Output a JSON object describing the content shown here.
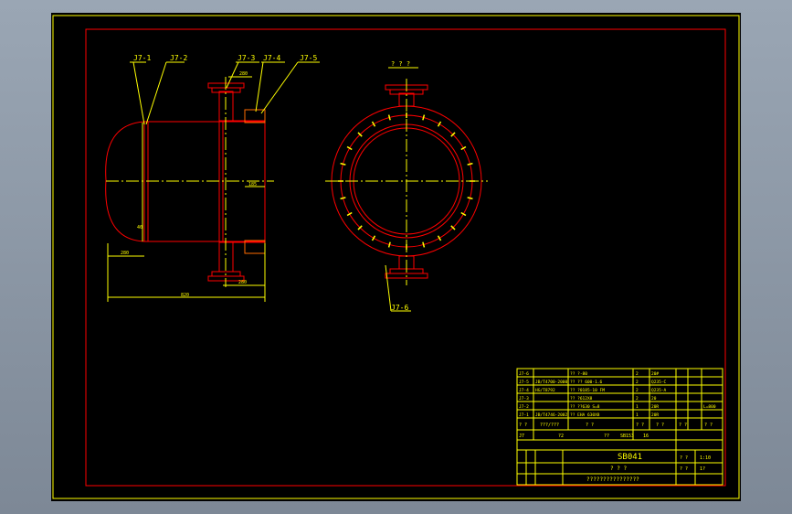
{
  "colors": {
    "viewport": "#000000",
    "outer_frame": "#ffff00",
    "inner_frame": "#ff0000",
    "part": "#ff0000",
    "dimension": "#ffff00",
    "centerline": "#ffff00",
    "hatch": "#ff6b00"
  },
  "callouts": {
    "c1": "J7-1",
    "c2": "J7-2",
    "c3": "J7-3",
    "c4": "J7-4",
    "c5": "J7-5",
    "c6": "J7-6"
  },
  "dimensions": {
    "d280a": "280",
    "d280b": "280",
    "d280c": "280",
    "d185": "185",
    "d820": "820",
    "d40": "40"
  },
  "views": {
    "side_view_label": "? ? ?"
  },
  "parts_table": {
    "rows": [
      {
        "no": "J7-6",
        "code": "",
        "name": "?? ?-80",
        "qty": "2",
        "material": "20#",
        "mass": "",
        "note": ""
      },
      {
        "no": "J7-5",
        "code": "JB/T4700-2000",
        "name": "?? ?? 600-1.6",
        "qty": "2",
        "material": "Q235-C",
        "mass": "",
        "note": ""
      },
      {
        "no": "J7-4",
        "code": "HG/T8792",
        "name": "?? ?0185-10 FM",
        "qty": "2",
        "material": "Q235-A",
        "mass": "",
        "note": ""
      },
      {
        "no": "J7-3",
        "code": "",
        "name": "?? ?612X8",
        "qty": "2",
        "material": "20",
        "mass": "",
        "note": ""
      },
      {
        "no": "J7-2",
        "code": "",
        "name": "?? ??630 S=8",
        "qty": "1",
        "material": "20R",
        "mass": "",
        "note": "L=800"
      },
      {
        "no": "J7-1",
        "code": "JB/T4746-2002",
        "name": "?? EHA 630X8",
        "qty": "1",
        "material": "20R",
        "mass": "",
        "note": ""
      }
    ],
    "header": [
      "? ?",
      "???/???",
      "? ?",
      "? ?",
      "? ?",
      "? ?",
      "? ?"
    ],
    "summary_row": [
      "J7",
      "?2",
      "??",
      "SB153",
      "16"
    ]
  },
  "title_block": {
    "drawing_no": "SB041",
    "part_name": "? ? ?",
    "company": "????????????????",
    "scale_label": "? ?",
    "scale_value": "1:10",
    "sheet_label": "? ?",
    "sheet_value": "1?"
  }
}
